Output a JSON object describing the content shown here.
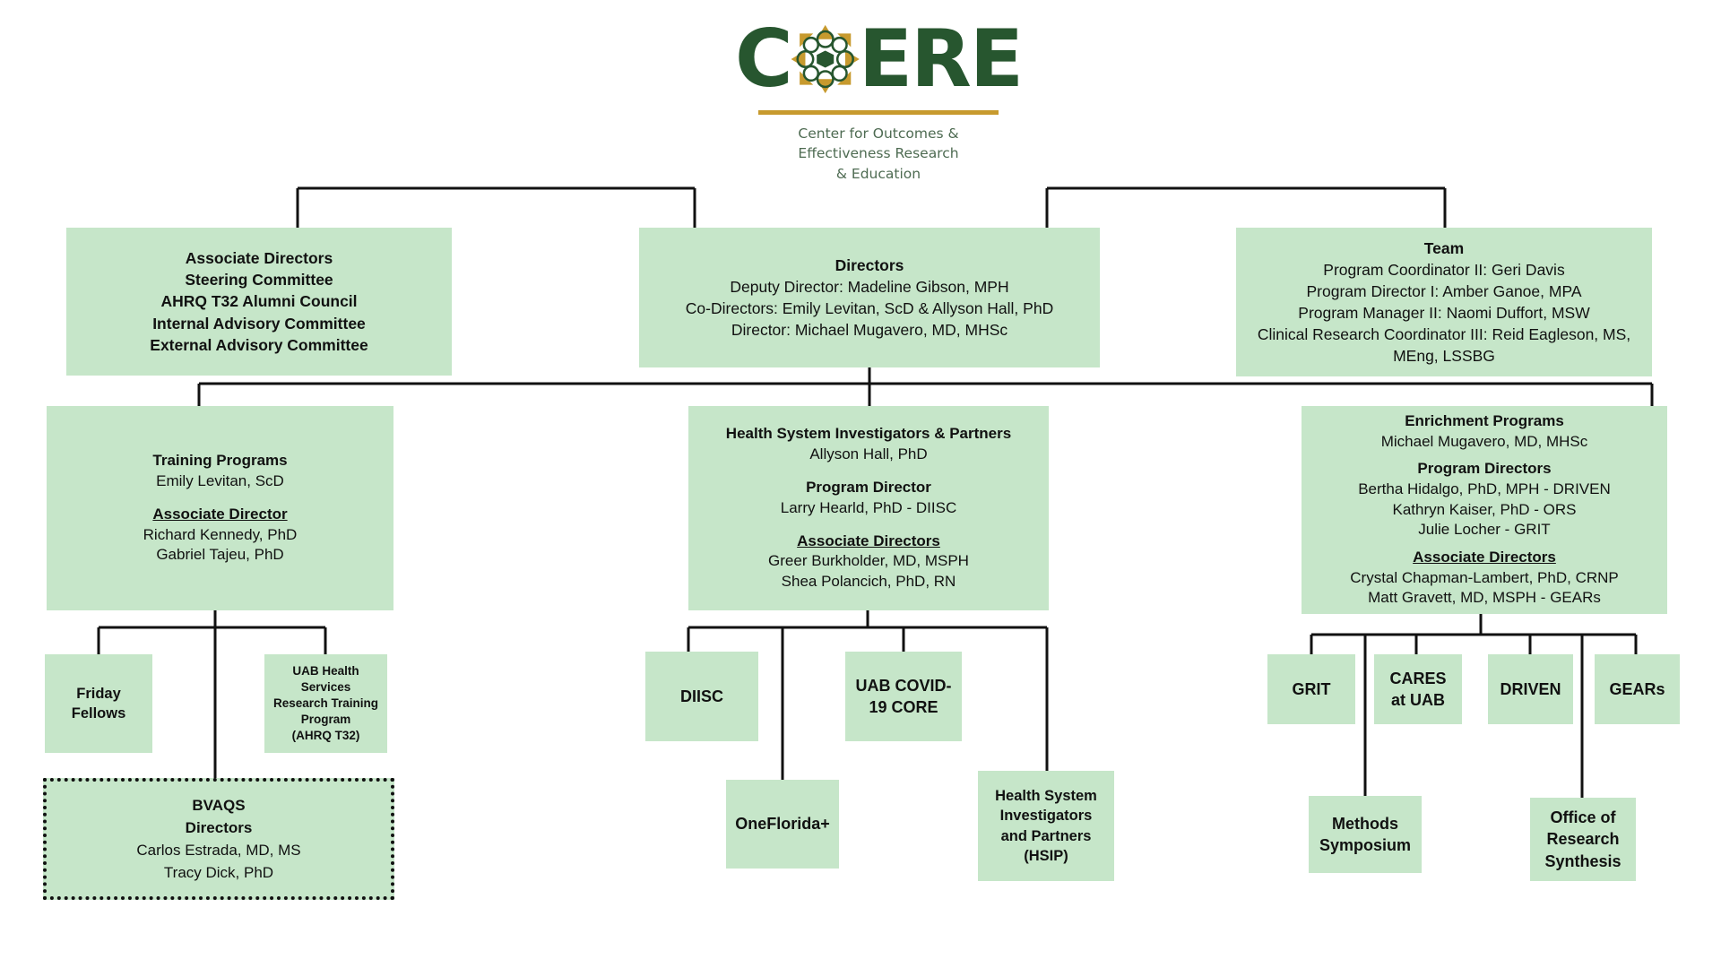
{
  "logo": {
    "letters_before": "C",
    "emblem": "rosette-icon",
    "letters_after": "ERE",
    "brand_green": "#27562f",
    "brand_gold": "#c79a2e",
    "tagline_line1": "Center for Outcomes &",
    "tagline_line2": "Effectiveness Research",
    "tagline_line3": "& Education"
  },
  "theme": {
    "node_fill": "#c6e6c9",
    "line_color": "#111111",
    "text_color": "#111111"
  },
  "chart_data": {
    "type": "diagram",
    "subtype": "organizational-chart",
    "title": "CORE Center for Outcomes & Effectiveness Research & Education Organizational Chart"
  },
  "nodes": {
    "associate_directors": {
      "lines": [
        "Associate Directors",
        "Steering Committee",
        "AHRQ T32 Alumni Council",
        "Internal Advisory Committee",
        "External Advisory Committee"
      ]
    },
    "directors": {
      "title": "Directors",
      "lines": [
        "Deputy Director: Madeline Gibson, MPH",
        "Co-Directors: Emily Levitan, ScD & Allyson Hall, PhD",
        "Director: Michael Mugavero, MD, MHSc"
      ]
    },
    "team": {
      "title": "Team",
      "lines": [
        "Program Coordinator II: Geri Davis",
        "Program Director I: Amber Ganoe, MPA",
        "Program Manager II: Naomi Duffort, MSW",
        "Clinical Research Coordinator III: Reid Eagleson, MS,",
        "MEng, LSSBG"
      ]
    },
    "training_programs": {
      "title": "Training Programs",
      "lead": "Emily Levitan, ScD",
      "role_heading": "Associate Director",
      "people": [
        "Richard Kennedy, PhD",
        "Gabriel Tajeu, PhD"
      ]
    },
    "health_system": {
      "title": "Health System Investigators & Partners",
      "lead": "Allyson Hall, PhD",
      "program_director_heading": "Program Director",
      "program_directors": [
        "Larry Hearld, PhD - DIISC"
      ],
      "associate_directors_heading": "Associate Directors",
      "associate_directors": [
        "Greer Burkholder, MD, MSPH",
        "Shea Polancich, PhD, RN"
      ]
    },
    "enrichment_programs": {
      "title": "Enrichment Programs",
      "lead": "Michael Mugavero, MD, MHSc",
      "program_directors_heading": "Program Directors",
      "program_directors": [
        "Bertha Hidalgo, PhD, MPH - DRIVEN",
        "Kathryn Kaiser, PhD - ORS",
        "Julie Locher - GRIT"
      ],
      "associate_directors_heading": "Associate Directors",
      "associate_directors": [
        "Crystal Chapman-Lambert, PhD, CRNP",
        "Matt Gravett, MD, MSPH - GEARs"
      ]
    },
    "friday_fellows": {
      "lines": [
        "Friday",
        "Fellows"
      ]
    },
    "uab_hsrtp": {
      "lines": [
        "UAB Health",
        "Services",
        "Research Training",
        "Program",
        "(AHRQ T32)"
      ]
    },
    "bvaqs": {
      "title": "BVAQS",
      "subtitle": "Directors",
      "people": [
        "Carlos Estrada, MD, MS",
        "Tracy Dick, PhD"
      ]
    },
    "diisc": {
      "lines": [
        "DIISC"
      ]
    },
    "oneflorida": {
      "lines": [
        "OneFlorida+"
      ]
    },
    "uab_covid": {
      "lines": [
        "UAB COVID-",
        "19 CORE"
      ]
    },
    "hsip": {
      "lines": [
        "Health System",
        "Investigators",
        "and Partners",
        "(HSIP)"
      ]
    },
    "grit": {
      "lines": [
        "GRIT"
      ]
    },
    "cares_at_uab": {
      "lines": [
        "CARES",
        "at UAB"
      ]
    },
    "driven": {
      "lines": [
        "DRIVEN"
      ]
    },
    "gears": {
      "lines": [
        "GEARs"
      ]
    },
    "methods_symposium": {
      "lines": [
        "Methods",
        "Symposium"
      ]
    },
    "office_research_synthesis": {
      "lines": [
        "Office of",
        "Research",
        "Synthesis"
      ]
    }
  }
}
